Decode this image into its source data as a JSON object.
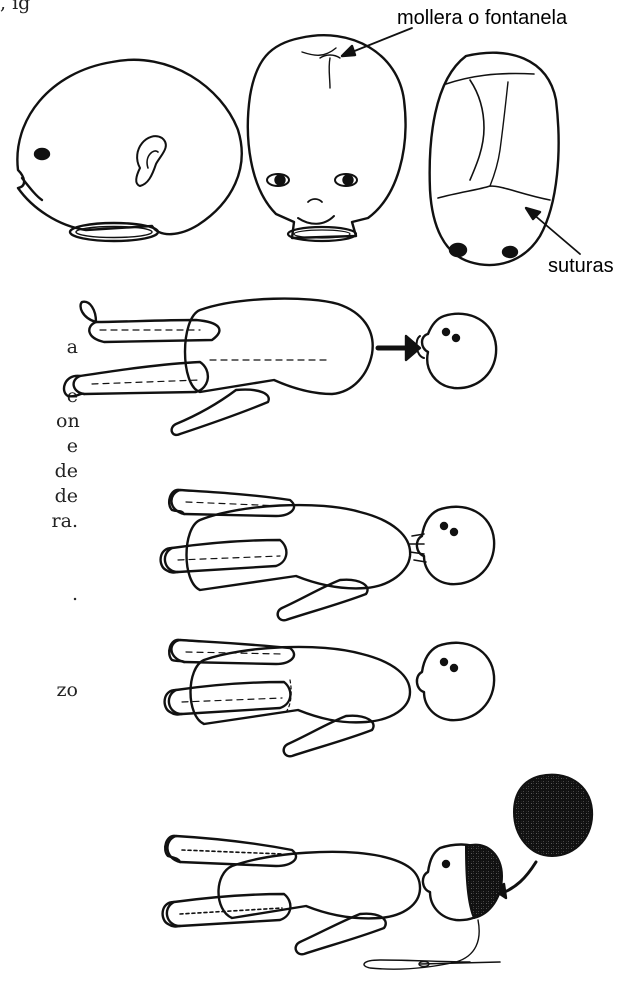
{
  "labels": {
    "fontanel": "mollera o fontanela",
    "sutures": "suturas"
  },
  "left_text_fragments": {
    "top": ", ig",
    "f1": "a",
    "f2": "e",
    "f3": "on",
    "f4": "e",
    "f5": "de",
    "f6": "de",
    "f7": "ra.",
    "f8": ".",
    "f9": "zo"
  },
  "colors": {
    "ink": "#111111",
    "stipple": "#6b6b6b"
  }
}
